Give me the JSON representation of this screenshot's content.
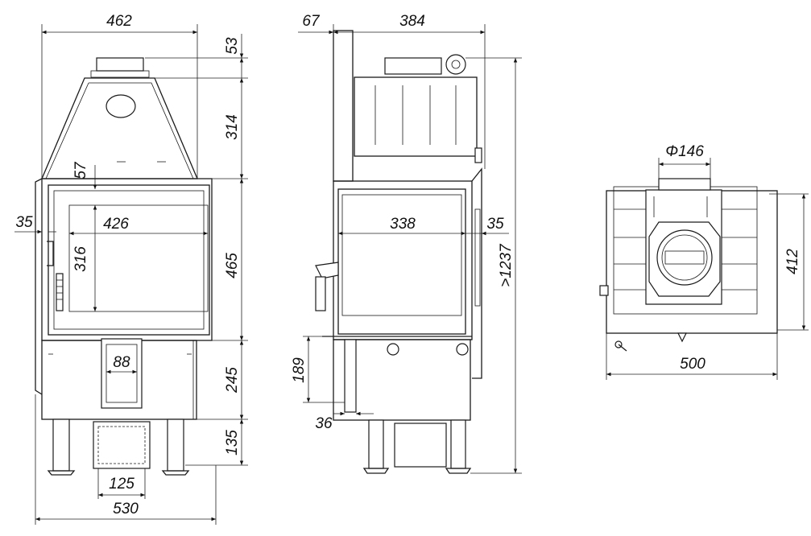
{
  "front_view": {
    "overall_width": "462",
    "top_offset": "53",
    "hood_height": "314",
    "small_offset": "57",
    "side_offset": "35",
    "glass_width": "426",
    "glass_height": "316",
    "door_height": "465",
    "lower_height": "245",
    "leg_height": "135",
    "duct_width": "125",
    "base_width": "530",
    "port_width": "88"
  },
  "side_view": {
    "rear_offset": "67",
    "depth": "384",
    "glass_width": "338",
    "side_offset": "35",
    "total_height": ">1237",
    "air_box_height": "189",
    "air_box_offset": "36"
  },
  "top_view": {
    "flue_diameter": "Φ146",
    "depth": "412",
    "width": "500"
  }
}
